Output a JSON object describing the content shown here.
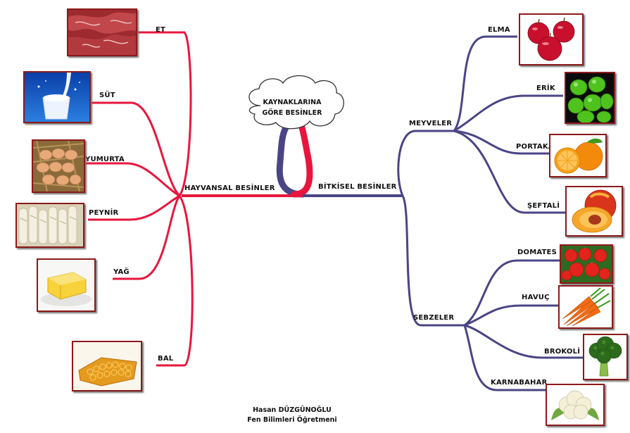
{
  "center": {
    "line1": "KAYNAKLARINA",
    "line2": "GÖRE BESİNLER"
  },
  "left": {
    "title": "HAYVANSAL BESİNLER",
    "items": [
      "ET",
      "SÜT",
      "YUMURTA",
      "PEYNİR",
      "YAĞ",
      "BAL"
    ]
  },
  "right": {
    "title": "BİTKİSEL BESİNLER",
    "groups": [
      {
        "title": "MEYVELER",
        "items": [
          "ELMA",
          "ERİK",
          "PORTAKAL",
          "ŞEFTALİ"
        ]
      },
      {
        "title": "SEBZELER",
        "items": [
          "DOMATES",
          "HAVUÇ",
          "BROKOLİ",
          "KARNABAHAR"
        ]
      }
    ]
  },
  "credit": {
    "name": "Hasan DÜZGÜNOĞLU",
    "role": "Fen Bilimleri Öğretmeni"
  },
  "colors": {
    "animal_branch": "#e8163c",
    "plant_branch": "#4a4585",
    "frame": "#8b1a1a"
  },
  "icons": [
    "meat-icon",
    "milk-icon",
    "eggs-icon",
    "cheese-icon",
    "butter-icon",
    "honeycomb-icon",
    "apple-icon",
    "plum-icon",
    "orange-icon",
    "peach-icon",
    "tomato-icon",
    "carrot-icon",
    "broccoli-icon",
    "cauliflower-icon"
  ]
}
